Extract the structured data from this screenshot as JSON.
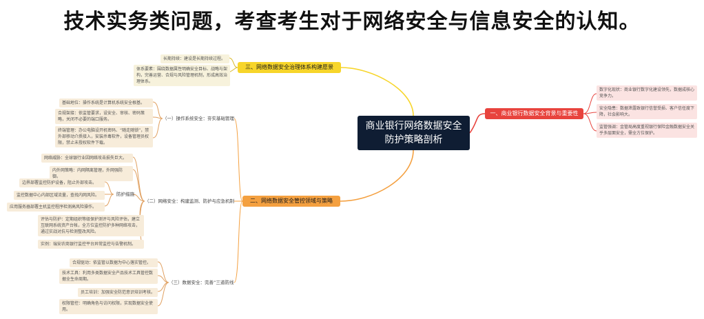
{
  "heading": "技术实务类问题，考查考生对于网络安全与信息安全的认知。",
  "center": {
    "line1": "商业银行网络数据安全",
    "line2": "防护策略剖析"
  },
  "branch1": {
    "title": "一、商业银行数据安全背景与重要性",
    "leaves": [
      "数字化现状：商业银行数字化建设领先，数据成核心竞争力。",
      "安全隐患：数据泄露致银行信誉受损、客户信任度下降，社会影响大。",
      "监管强调：金管局高度重视银行保险金融数据安全关乎多层面安全，需全方位保护。"
    ]
  },
  "branch2": {
    "title": "二、网络数据安全管控领域与策略",
    "subs": {
      "system": "（一）操作系统安全：夯实基础管理",
      "network": "（二）网络安全：构建监测、防护与应急机制",
      "defense": "防护措施",
      "data": "（三）数据安全：完善“三道防线”"
    },
    "system_leaves": [
      "基础地位：操作系统是计算机系统安全根基。",
      "合规架接：依监管要求，设安全、审核、密码策略，关闭不必要的端口服务。",
      "终端管理：办公电脑设开机密码、“随走随锁”，禁外部移动介质接入，安装杀毒软件，设备管理员权限，禁止未授权软件下载。"
    ],
    "network_leaves": [
      "网络威胁：全球银行业因网络攻击损失巨大。",
      "内外网策略：内网隔离管理，外网强防御。",
      "评估与防护：定期组织等级保护测评与风险评估，建立互联网系统资产台帐，全方位监控防护多种网络攻击，通过实战对抗与检测整改风险。",
      "实例：瑞安农商银行监控平台异常监控与告警机制。"
    ],
    "defense_leaves": [
      "边界部署监控防护设备，阻止外部攻击。",
      "监控数据中心内部区域流量，查找内网风险。",
      "应用服务器部署主机监控程序检测高风险操作。"
    ],
    "data_leaves": [
      "合规驱动：依监管以数据为中心落实管控。",
      "技术工具：利用多类数据安全产品技术工具管控数据全生命周期。",
      "员工培训：加强安全防范意识培训考核。",
      "权限管控：明确角色与访问权限，实现数据安全使用。"
    ]
  },
  "branch3": {
    "title": "三、网络数据安全治理体系构建愿景",
    "leaves": [
      "长期持续：建设是长期持续过程。",
      "体系要素：围绕数据属性明确安全目标、战略与架构，完善运营、合规与风险管理机制，形成高效治理体系。"
    ]
  },
  "colors": {
    "center": "#0f1d33",
    "red": "#e8433d",
    "orange": "#f4a040",
    "yellow": "#f7d52a"
  }
}
